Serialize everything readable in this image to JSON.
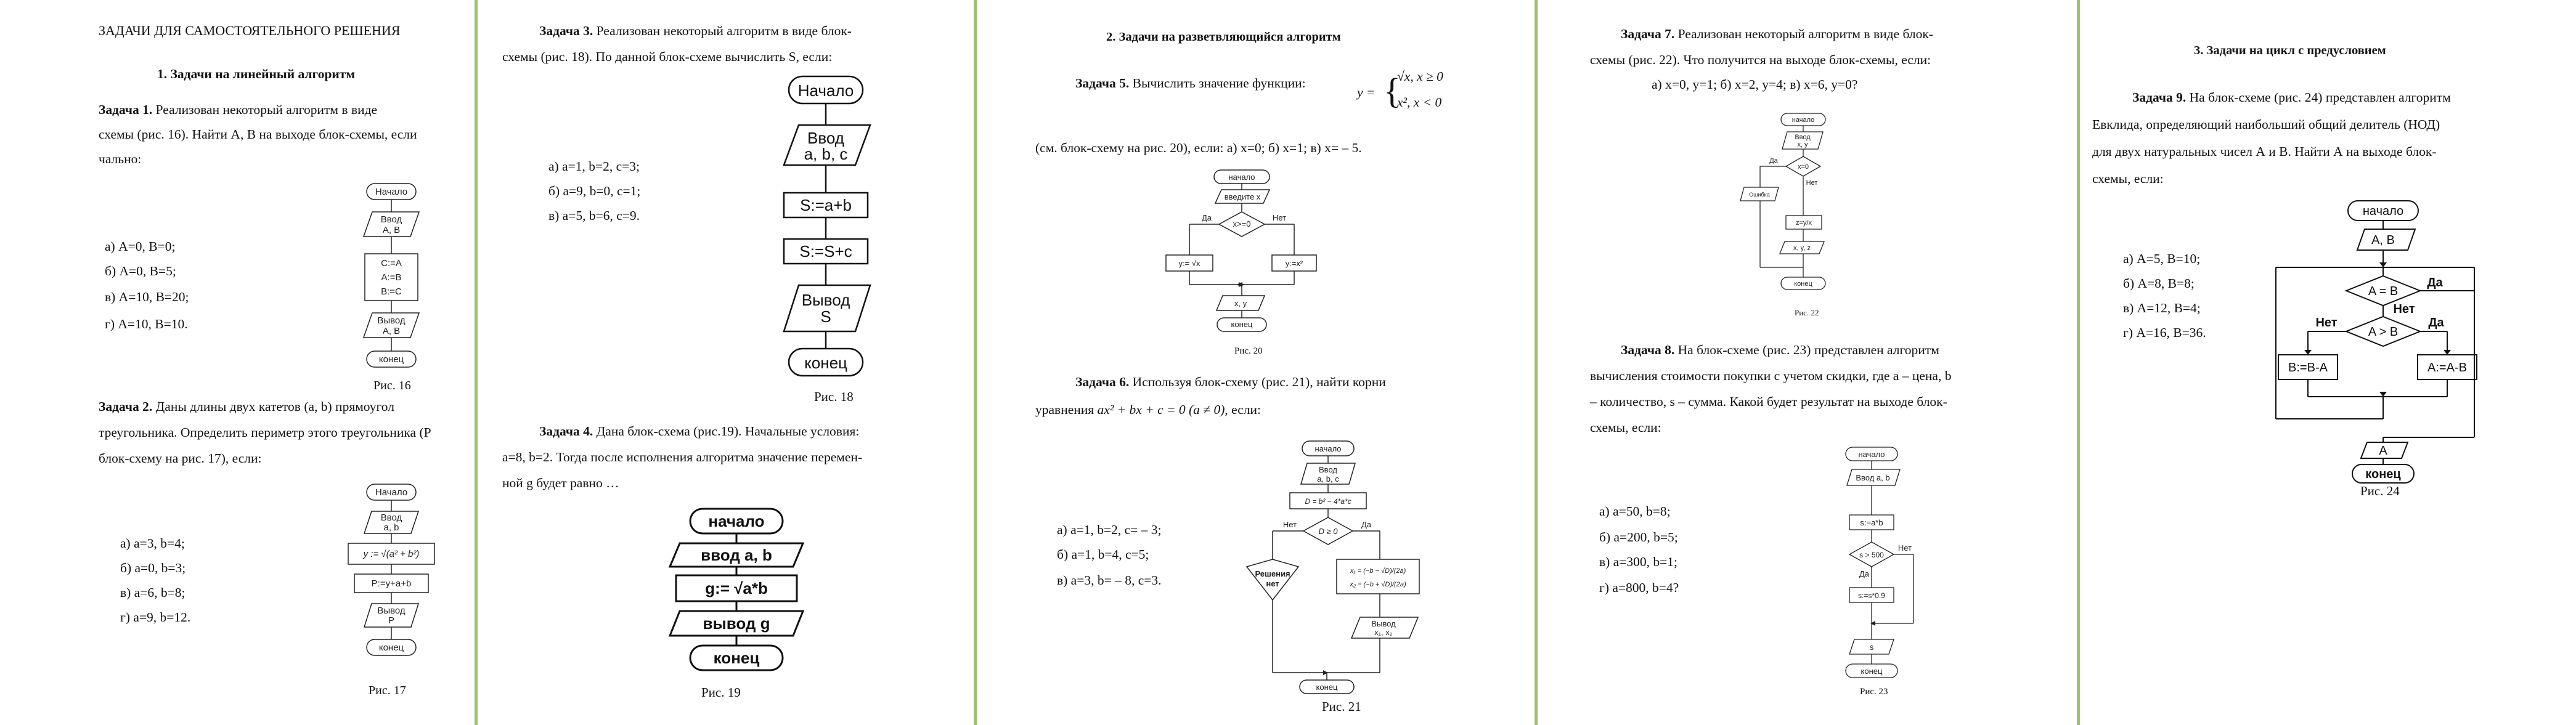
{
  "p1": {
    "header": "ЗАДАЧИ ДЛЯ САМОСТОЯТЕЛЬНОГО РЕШЕНИЯ",
    "section": "1. Задачи на линейный алгоритм",
    "t1_lbl": "Задача 1.",
    "t1_l1": "Реализован некоторый алгоритм в виде",
    "t1_l2": "схемы (рис. 16). Найти А, В на выходе блок-схемы, если",
    "t1_l3": "чально:",
    "t1_opts": [
      "а) А=0,   В=0;",
      "б) А=0,   В=5;",
      "в) А=10,   В=20;",
      "г) А=10,   В=10."
    ],
    "f16": {
      "start": "Начало",
      "input_1": "Ввод",
      "input_2": "А, В",
      "proc_1": "С:=А",
      "proc_2": "А:=В",
      "proc_3": "В:=С",
      "out_1": "Вывод",
      "out_2": "А, В",
      "end": "конец",
      "cap": "Рис. 16"
    },
    "t2_lbl": "Задача 2.",
    "t2_l1": "Даны длины двух катетов (a, b) прямоугол",
    "t2_l2": "треугольника. Определить периметр этого треугольника (Р",
    "t2_l3": "блок-схему на рис. 17), если:",
    "t2_opts": [
      "а) а=3,   b=4;",
      "б) а=0,   b=3;",
      "в) а=6,   b=8;",
      "г) а=9,   b=12."
    ],
    "f17": {
      "start": "Начало",
      "input_1": "Ввод",
      "input_2": "a, b",
      "proc1": "y := √(a² + b²)",
      "proc2": "P:=y+a+b",
      "out_1": "Вывод",
      "out_2": "P",
      "end": "конец",
      "cap": "Рис. 17"
    }
  },
  "p2": {
    "t3_lbl": "Задача 3.",
    "t3_l1": "Реализован некоторый алгоритм в виде блок-",
    "t3_l2": "схемы (рис. 18). По данной блок-схеме вычислить S, если:",
    "t3_opts": [
      "а) a=1,   b=2,   c=3;",
      "б) a=9,   b=0,   c=1;",
      "в) a=5,   b=6,   c=9."
    ],
    "f18": {
      "start": "Начало",
      "input_1": "Ввод",
      "input_2": "a, b, c",
      "proc1": "S:=a+b",
      "proc2": "S:=S+c",
      "out_1": "Вывод",
      "out_2": "S",
      "end": "конец",
      "cap": "Рис. 18"
    },
    "t4_lbl": "Задача 4.",
    "t4_l1": "Дана блок-схема (рис.19). Начальные условия:",
    "t4_l2": "a=8, b=2. Тогда после исполнения алгоритма значение перемен-",
    "t4_l3": "ной g будет равно …",
    "f19": {
      "start": "начало",
      "input": "ввод a, b",
      "proc": "g:= √a*b",
      "out": "вывод g",
      "end": "конец",
      "cap": "Рис. 19"
    }
  },
  "p3": {
    "section": "2. Задачи на разветвляющийся алгоритм",
    "t5_lbl": "Задача 5.",
    "t5_text": "Вычислить значение функции:",
    "t5_fn_y": "y =",
    "t5_case1": "√x,   x ≥ 0",
    "t5_case2": "x²,   x < 0",
    "t5_l2": "(см. блок-схему на рис. 20), если: а) х=0;  б) х=1;  в) х= – 5.",
    "f20": {
      "start": "начало",
      "input": "введите х",
      "cond": "х>=0",
      "yes": "Да",
      "no": "Нет",
      "left": "y:= √x",
      "right": "y:=x²",
      "out": "x, y",
      "end": "конец",
      "cap": "Рис. 20"
    },
    "t6_lbl": "Задача 6.",
    "t6_l1": "Используя блок-схему (рис. 21), найти корни",
    "t6_l2a": "уравнения",
    "t6_eq": "ax² + bx + c = 0  (a ≠ 0)",
    "t6_l2b": ", если:",
    "t6_opts": [
      "а) a=1,   b=2,   c= – 3;",
      "б) a=1,   b=4,   c=5;",
      "в) a=3,   b= – 8,   c=3."
    ],
    "f21": {
      "start": "начало",
      "input_1": "Ввод",
      "input_2": "a, b, c",
      "proc": "D = b² − 4*a*c",
      "cond": "D ≥ 0",
      "yes": "Да",
      "no": "Нет",
      "left_1": "Решения",
      "left_2": "нет",
      "roots_1": "x₁ = (−b − √D)/(2a)",
      "roots_2": "x₂ = (−b + √D)/(2a)",
      "out_1": "Вывод",
      "out_2": "x₁, x₂",
      "end": "конец",
      "cap": "Рис. 21"
    }
  },
  "p4": {
    "t7_lbl": "Задача 7.",
    "t7_l1": "Реализован некоторый алгоритм в виде блок-",
    "t7_l2": "схемы (рис. 22). Что получится на выходе блок-схемы, если:",
    "t7_opts": "а) x=0, y=1;      б) x=2, y=4;      в) x=6, y=0?",
    "f22": {
      "start": "начало",
      "input_1": "Ввод",
      "input_2": "x, y",
      "cond": "x=0",
      "yes": "Да",
      "no": "Нет",
      "err": "Ошибка",
      "proc": "z=y/x",
      "out": "x, y, z",
      "end": "конец",
      "cap": "Рис. 22"
    },
    "t8_lbl": "Задача 8.",
    "t8_l1": "На блок-схеме (рис. 23) представлен алгоритм",
    "t8_l2": "вычисления стоимости покупки с учетом скидки, где а – цена, b",
    "t8_l3": "– количество, s – сумма. Какой будет результат на выходе блок-",
    "t8_l4": "схемы, если:",
    "t8_opts": [
      "а) a=50,   b=8;",
      "б) a=200,   b=5;",
      "в) a=300,   b=1;",
      "г) a=800,   b=4?"
    ],
    "f23": {
      "start": "начало",
      "input": "Ввод a, b",
      "proc1": "s:=a*b",
      "cond": "s > 500",
      "yes": "Да",
      "no": "Нет",
      "proc2": "s:=s*0.9",
      "out": "s",
      "end": "конец",
      "cap": "Рис. 23"
    }
  },
  "p5": {
    "section": "3. Задачи на цикл с предусловием",
    "t9_lbl": "Задача 9.",
    "t9_l1": "На блок-схеме (рис. 24) представлен алгоритм",
    "t9_l2": "Евклида, определяющий наибольший общий делитель (НОД)",
    "t9_l3": "для двух натуральных чисел А и В. Найти А на выходе блок-",
    "t9_l4": "схемы, если:",
    "t9_opts": [
      "а) А=5,   В=10;",
      "б) А=8,   В=8;",
      "в) А=12,   В=4;",
      "г) А=16,   В=36."
    ],
    "f24": {
      "start": "начало",
      "input": "А, В",
      "cond1": "A = B",
      "cond2": "A > B",
      "yes1": "Да",
      "no1": "Нет",
      "yes2": "Да",
      "no2": "Нет",
      "left": "B:=B-A",
      "right": "A:=A-B",
      "out": "A",
      "end": "конец",
      "cap": "Рис. 24"
    }
  }
}
